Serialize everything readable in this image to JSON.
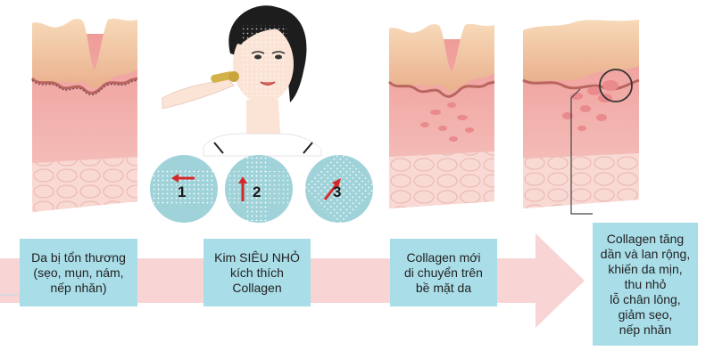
{
  "steps": [
    {
      "text": "Da bị tổn thương\n(sẹo, mụn, nám,\nnếp nhăn)"
    },
    {
      "text": "Kim SIÊU NHỎ\nkích thích\nCollagen"
    },
    {
      "text": "Collagen mới\ndi chuyển trên\nbề mặt da"
    },
    {
      "text": "Collagen tăng\ndần và lan rộng,\nkhiến da mịn,\nthu nhỏ\nlỗ chân lông,\ngiảm sẹo,\nnếp nhăn"
    }
  ],
  "roller_steps": [
    "1",
    "2",
    "3"
  ],
  "colors": {
    "box": "#a9dde8",
    "arrow": "#f9d4d5",
    "skin_top": "#f2c6a3",
    "dermis": "#f0a7a4",
    "fat": "#f7d4d0",
    "circle": "#9fd3d9",
    "red_arrow": "#d62828"
  },
  "icons": [
    "skin-layer-icon",
    "face-roller-icon",
    "roller-circle-icon"
  ]
}
